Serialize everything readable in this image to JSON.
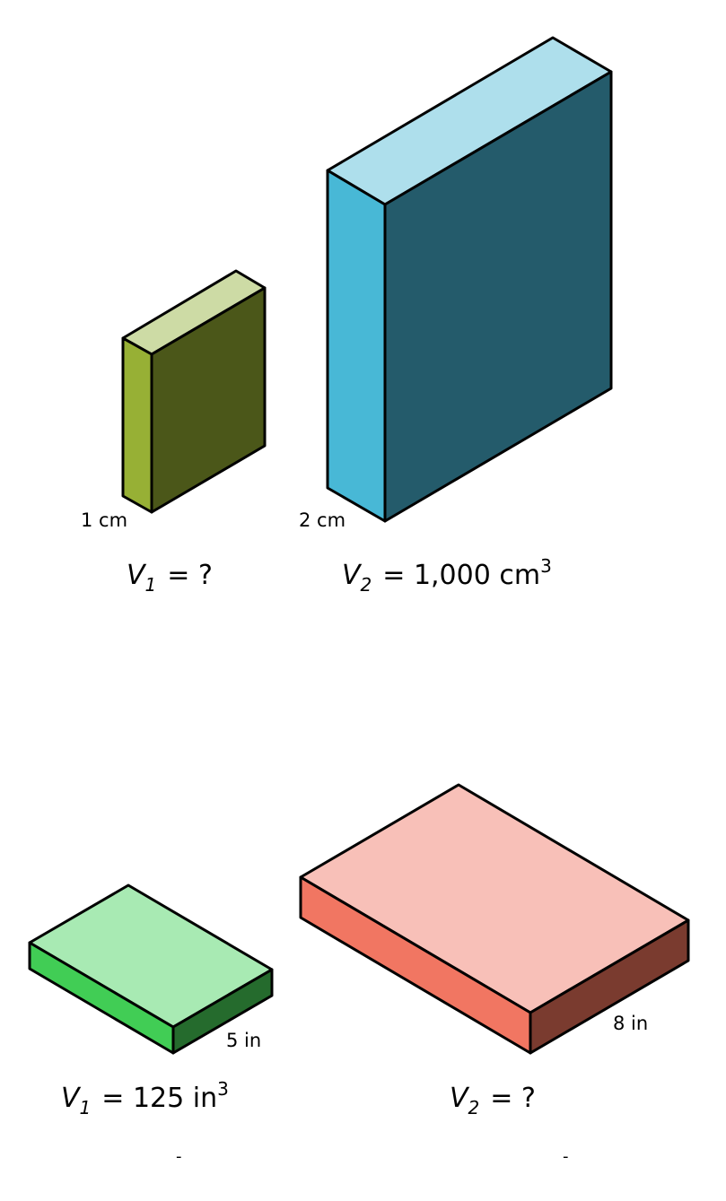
{
  "top_pair": {
    "small_box": {
      "dimension_label": "1 cm",
      "volume": {
        "symbol": "V",
        "subscript": "1",
        "value": "= ?",
        "unit_superscript": ""
      },
      "colors": {
        "top": "#cddba5",
        "side": "#97b035",
        "front": "#4b5719"
      }
    },
    "large_box": {
      "dimension_label": "2 cm",
      "volume": {
        "symbol": "V",
        "subscript": "2",
        "value": "= 1,000 cm",
        "unit_superscript": "3"
      },
      "colors": {
        "top": "#aedfec",
        "side": "#48b8d6",
        "front": "#245b6b"
      }
    }
  },
  "bottom_pair": {
    "small_box": {
      "dimension_label": "5 in",
      "volume": {
        "symbol": "V",
        "subscript": "1",
        "value": "= 125 in",
        "unit_superscript": "3"
      },
      "colors": {
        "top": "#a8eab3",
        "side": "#41cd55",
        "front": "#256b2d"
      }
    },
    "large_box": {
      "dimension_label": "8 in",
      "volume": {
        "symbol": "V",
        "subscript": "2",
        "value": "= ?",
        "unit_superscript": ""
      },
      "colors": {
        "top": "#f8c0b8",
        "side": "#f17662",
        "front": "#7a3b2f"
      }
    }
  },
  "answer_marks": [
    "-",
    "-"
  ]
}
